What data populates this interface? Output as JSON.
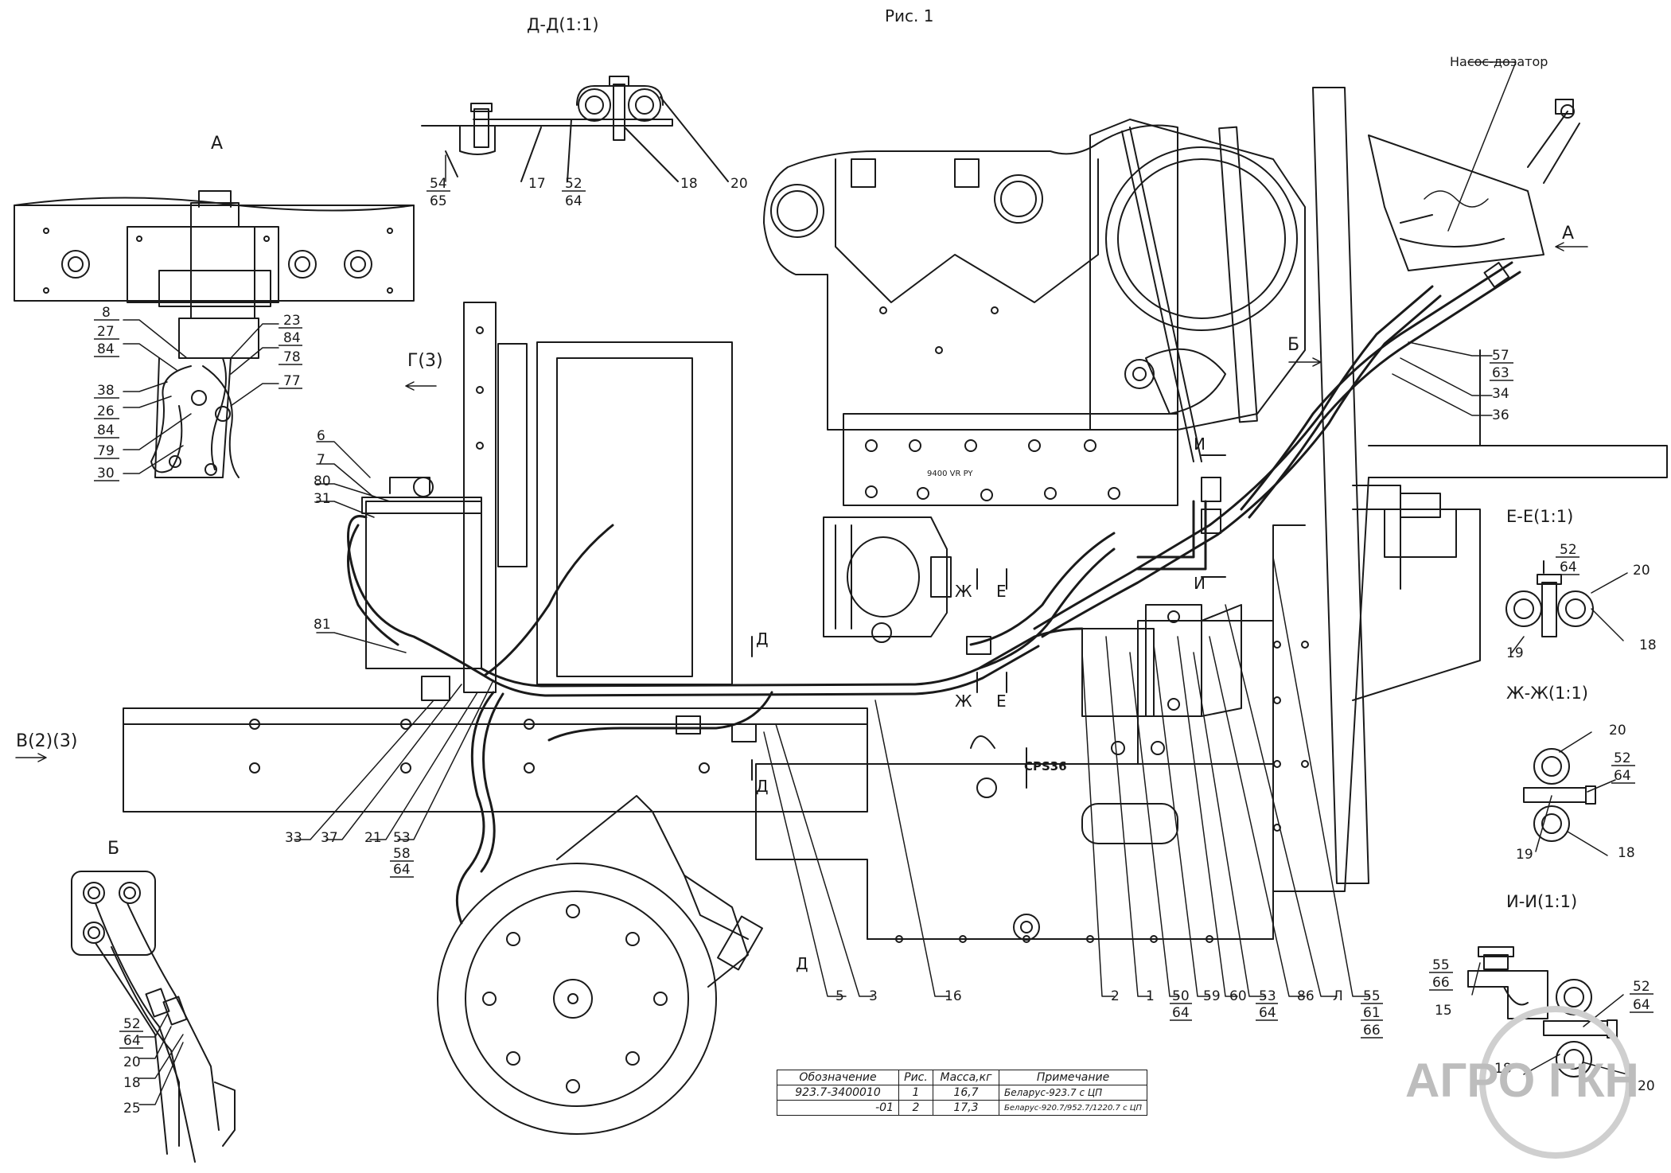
{
  "figure": {
    "title": "Рис. 1",
    "pump_label": "Насос-дозатор",
    "decal": "CPS36",
    "engine_mark": "9400 VR  PY"
  },
  "views": [
    {
      "id": "A-top",
      "label": "А"
    },
    {
      "id": "B-left",
      "label": "Б"
    },
    {
      "id": "D-D",
      "label": "Д-Д(1:1)"
    },
    {
      "id": "E-E",
      "label": "Е-Е(1:1)"
    },
    {
      "id": "Zh-Zh",
      "label": "Ж-Ж(1:1)"
    },
    {
      "id": "I-I",
      "label": "И-И(1:1)"
    }
  ],
  "direction_refs": [
    {
      "id": "G3",
      "label": "Г(3)"
    },
    {
      "id": "V23",
      "label": "В(2)(3)"
    },
    {
      "id": "A-arrow",
      "label": "А"
    },
    {
      "id": "B-arrow",
      "label": "Б"
    }
  ],
  "section_marks": {
    "D1": "Д",
    "D2": "Д",
    "D3": "Д",
    "E1": "Е",
    "E2": "Е",
    "Zh1": "Ж",
    "Zh2": "Ж",
    "I1": "И",
    "I2": "И"
  },
  "callouts": {
    "viewA": {
      "n8": "8",
      "n27": "27",
      "n84a": "84",
      "n38": "38",
      "n26": "26",
      "n84b": "84",
      "n79": "79",
      "n30": "30",
      "n23": "23",
      "n84c": "84",
      "n78": "78",
      "n77": "77"
    },
    "viewDD": {
      "n54": "54",
      "n65": "65",
      "n17": "17",
      "n52": "52",
      "n64": "64",
      "n18": "18",
      "n20": "20"
    },
    "viewB": {
      "n52": "52",
      "n64": "64",
      "n20": "20",
      "n18": "18",
      "n25": "25"
    },
    "left": {
      "n6": "6",
      "n7": "7",
      "n80": "80",
      "n31": "31",
      "n81": "81"
    },
    "bottom": {
      "n33": "33",
      "n37": "37",
      "n21": "21",
      "n53": "53",
      "n58": "58",
      "n64": "64",
      "n5": "5",
      "n3": "3",
      "n16": "16",
      "n2": "2",
      "n1": "1",
      "n50": "50",
      "n64b": "64",
      "n59": "59",
      "n60": "60",
      "n53b": "53",
      "n64c": "64",
      "n86": "86",
      "nL": "Л",
      "n55": "55",
      "n61": "61",
      "n66": "66"
    },
    "right": {
      "n57": "57",
      "n63": "63",
      "n34": "34",
      "n36": "36"
    },
    "viewEE": {
      "n52": "52",
      "n64": "64",
      "n20": "20",
      "n19": "19",
      "n18": "18"
    },
    "viewZhZh": {
      "n20": "20",
      "n52": "52",
      "n64": "64",
      "n19": "19",
      "n18": "18"
    },
    "viewII": {
      "n55": "55",
      "n66": "66",
      "n15": "15",
      "n52": "52",
      "n64": "64",
      "n18": "18",
      "n20": "20"
    }
  },
  "table": {
    "headers": [
      "Обозначение",
      "Рис.",
      "Масса,кг",
      "Примечание"
    ],
    "rows": [
      [
        "923.7-3400010",
        "1",
        "16,7",
        "Беларус-923.7 с ЦП"
      ],
      [
        "-01",
        "2",
        "17,3",
        "Беларус-920.7/952.7/1220.7 с ЦП"
      ]
    ]
  },
  "watermark": {
    "text": "АГРО ГКН",
    "color": "#bfbfbf"
  }
}
